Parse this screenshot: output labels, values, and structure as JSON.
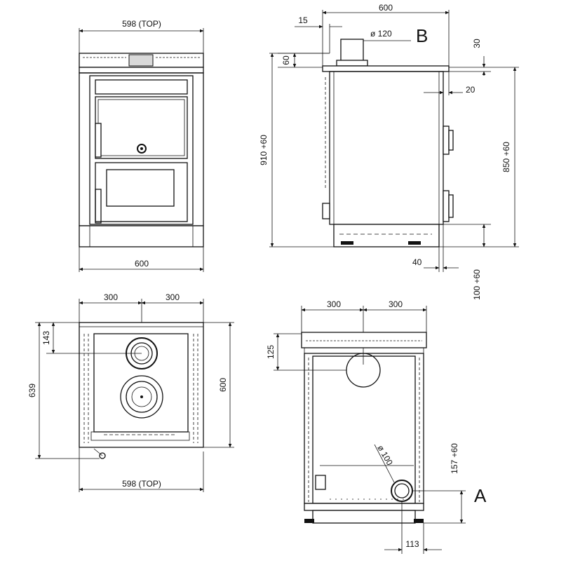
{
  "front_view": {
    "width_top": "598  (TOP)",
    "width_bottom": "600"
  },
  "side_view": {
    "depth": "600",
    "offset_15": "15",
    "flue_diameter": "ø 120",
    "label_b": "B",
    "dim_60": "60",
    "dim_30": "30",
    "dim_20": "20",
    "height_total": "910  +60",
    "height_body": "850  +60",
    "dim_40": "40",
    "dim_100": "100  +60"
  },
  "top_view": {
    "half_left": "300",
    "half_right": "300",
    "dim_143": "143",
    "depth_639": "639",
    "depth_600": "600",
    "width_top": "598  (TOP)"
  },
  "rear_view": {
    "half_left": "300",
    "half_right": "300",
    "dim_125": "125",
    "outlet_diameter": "ø 100",
    "height_157": "157  +60",
    "label_a": "A",
    "dim_113": "113"
  }
}
